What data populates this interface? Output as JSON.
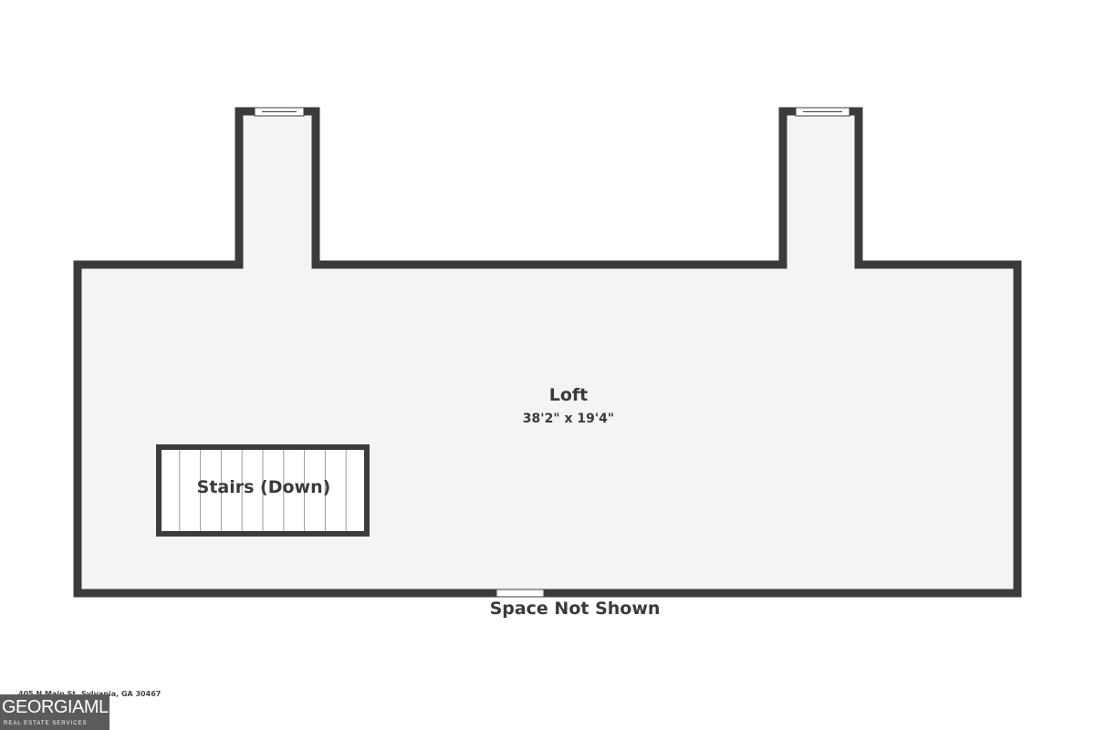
{
  "rooms": {
    "loft": {
      "name": "Loft",
      "dimensions": "38'2\" x 19'4\""
    },
    "stairs": {
      "name": "Stairs (Down)"
    },
    "space_not_shown": {
      "name": "Space Not Shown"
    }
  },
  "footer": {
    "address": "405 N Main St, Sylvania, GA 30467",
    "logo_text": "GEORGIAMLS",
    "logo_tagline": "REAL ESTATE SERVICES"
  },
  "colors": {
    "wall": "#3b3b3b",
    "floor": "#f4f4f4",
    "background": "#ffffff",
    "logo_bg": "#5b5b5b"
  }
}
